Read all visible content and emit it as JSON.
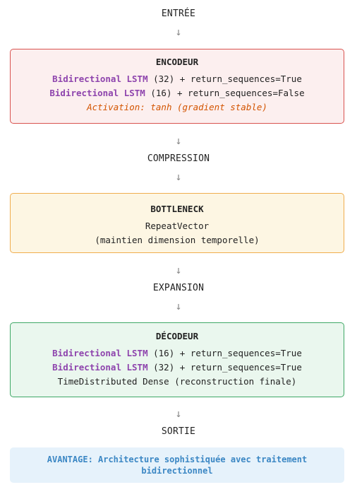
{
  "flow": {
    "input_label": "ENTRÉE",
    "compression_label": "COMPRESSION",
    "expansion_label": "EXPANSION",
    "output_label": "SORTIE",
    "arrow_glyph": "↓"
  },
  "encoder": {
    "title": "ENCODEUR",
    "layers": [
      {
        "keyword": "Bidirectional LSTM",
        "rest": " (32) + return_sequences=True"
      },
      {
        "keyword": "Bidirectional LSTM",
        "rest": " (16) + return_sequences=False"
      }
    ],
    "note": "Activation: tanh (gradient stable)",
    "colors": {
      "border": "#d9534f",
      "background": "#fcefef"
    }
  },
  "bottleneck": {
    "title": "BOTTLENECK",
    "line1": "RepeatVector",
    "line2": "(maintien dimension temporelle)",
    "colors": {
      "border": "#f0ad4e",
      "background": "#fdf6e3"
    }
  },
  "decoder": {
    "title": "DÉCODEUR",
    "layers": [
      {
        "keyword": "Bidirectional LSTM",
        "rest": " (16) + return_sequences=True"
      },
      {
        "keyword": "Bidirectional LSTM",
        "rest": " (32) + return_sequences=True"
      }
    ],
    "final_layer": "TimeDistributed Dense (reconstruction finale)",
    "colors": {
      "border": "#3fa866",
      "background": "#eaf7ee"
    }
  },
  "advantage": {
    "text": "AVANTAGE: Architecture sophistiquée avec traitement bidirectionnel",
    "colors": {
      "text": "#3b87c4",
      "background": "#e6f2fb"
    }
  },
  "colors": {
    "keyword": "#8e44ad",
    "note": "#d35400",
    "arrow": "#888888"
  }
}
